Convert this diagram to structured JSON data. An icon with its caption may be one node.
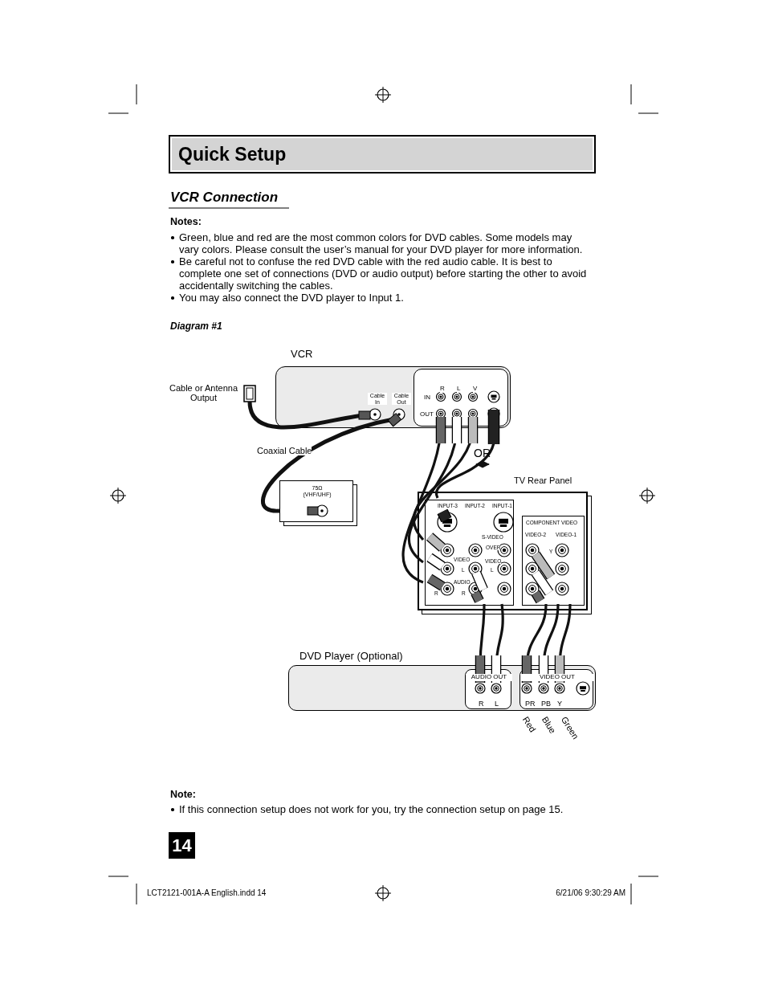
{
  "diagram": {
    "title": "Quick Setup",
    "nodes": [
      {
        "text": [
          "Cable or Antenna Output"
        ]
      },
      {
        "text": [
          "VCR"
        ]
      },
      {
        "text": [
          "Cable In"
        ],
        "in": 1
      },
      {
        "text": [
          "Cable Out"
        ],
        "in": 1
      },
      {
        "text": [
          "R",
          "L",
          "V",
          "IN",
          "OUT"
        ],
        "in": 1
      },
      {
        "text": [
          "75Ω (VHF/UHF)"
        ]
      },
      {
        "text": [
          "TV Rear Panel"
        ]
      },
      {
        "text": [
          "INPUT-3",
          "INPUT-2",
          "INPUT-1",
          "S-VIDEO",
          "VIDEO",
          "OVER",
          "VIDEO",
          "L",
          "L",
          "AUDIO",
          "R",
          "R"
        ],
        "in": 6
      },
      {
        "text": [
          "COMPONENT VIDEO",
          "VIDEO-2",
          "VIDEO-1",
          "Y"
        ],
        "in": 6
      },
      {
        "text": [
          "DVD Player (Optional)"
        ]
      },
      {
        "text": [
          "AUDIO OUT",
          "R",
          "L"
        ],
        "in": 9
      },
      {
        "text": [
          "VIDEO OUT",
          "PR",
          "PB",
          "Y"
        ],
        "in": 9,
        "beside": [
          "Red",
          "Blue",
          "Green"
        ]
      }
    ],
    "edges": [
      {
        "from": 0,
        "to": 2,
        "arrow": "none"
      },
      {
        "from": 3,
        "to": 5,
        "arrow": "none",
        "label": "Coaxial Cable"
      },
      {
        "from": 4,
        "to": 7,
        "arrow": "none"
      },
      {
        "from": 4,
        "to": 7,
        "arrow": "none"
      },
      {
        "from": 4,
        "to": 7,
        "arrow": "none"
      },
      {
        "from": 4,
        "to": 7,
        "arrow": "none"
      },
      {
        "from": 10,
        "to": 7,
        "arrow": "none"
      },
      {
        "from": 10,
        "to": 7,
        "arrow": "none"
      },
      {
        "from": 11,
        "to": 8,
        "arrow": "none"
      },
      {
        "from": 11,
        "to": 8,
        "arrow": "none"
      },
      {
        "from": 11,
        "to": 8,
        "arrow": "none"
      }
    ],
    "labels": [
      "VCR Connection",
      "Notes:",
      "Green, blue and red are the most common colors for DVD cables. Some models may vary colors. Please consult the user’s manual for your DVD player for more information.",
      "Be careful not to confuse the red DVD cable with the red audio cable. It is best to complete one set of connections (DVD or audio output) before starting the other to avoid accidentally switching the cables.",
      "You may also connect the DVD player to Input 1.",
      "Diagram #1",
      "OR",
      "Note:",
      "If this connection setup does not work for you, try the connection setup on page 15.",
      "14",
      "LCT2121-001A-A English.indd 14",
      "6/21/06 9:30:29 AM"
    ]
  }
}
